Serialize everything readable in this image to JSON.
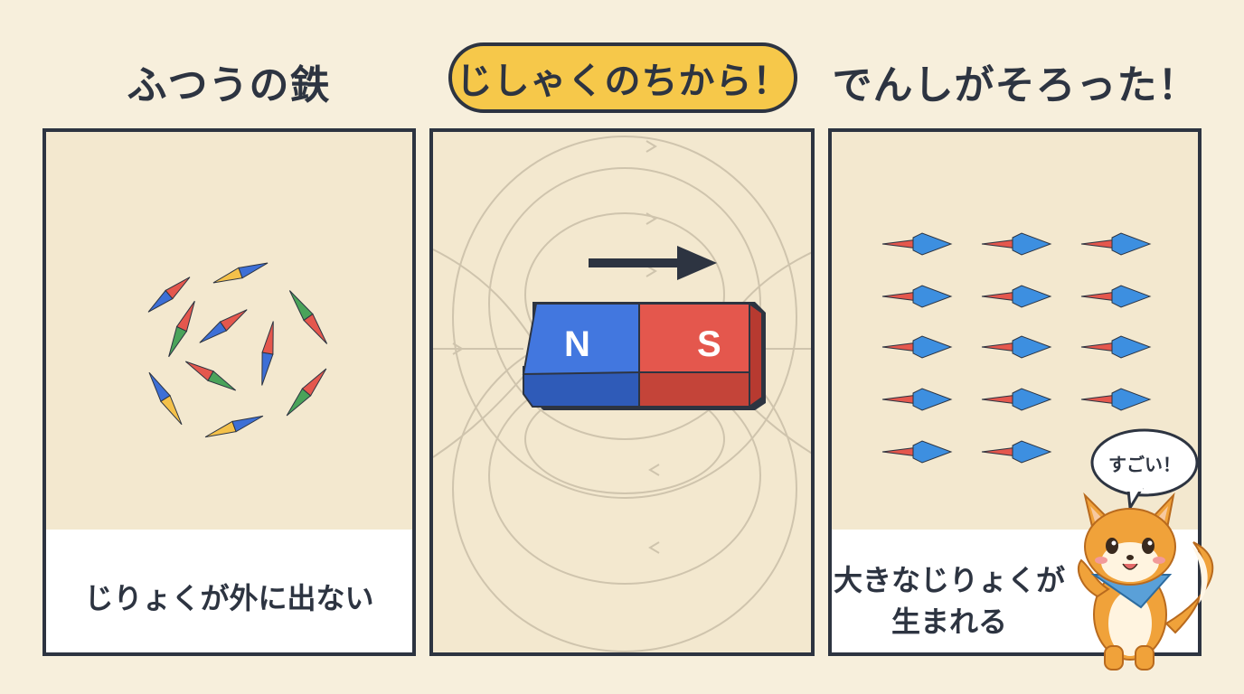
{
  "panels": {
    "left": {
      "title": "ふつうの鉄",
      "caption": "じりょくが外に出ない"
    },
    "middle": {
      "title": "じしゃくのちから！",
      "magnet_north": "N",
      "magnet_south": "S"
    },
    "right": {
      "title": "でんしがそろった！",
      "caption_line1": "大きなじりょくが",
      "caption_line2": "生まれる"
    }
  },
  "mascot": {
    "speech": "すごい！"
  },
  "colors": {
    "background": "#f7efdc",
    "panel": "#f3e8cf",
    "outline": "#2d3441",
    "accent_yellow": "#f6c84a",
    "magnet_blue": "#3d6fd6",
    "magnet_red": "#e4574d"
  }
}
